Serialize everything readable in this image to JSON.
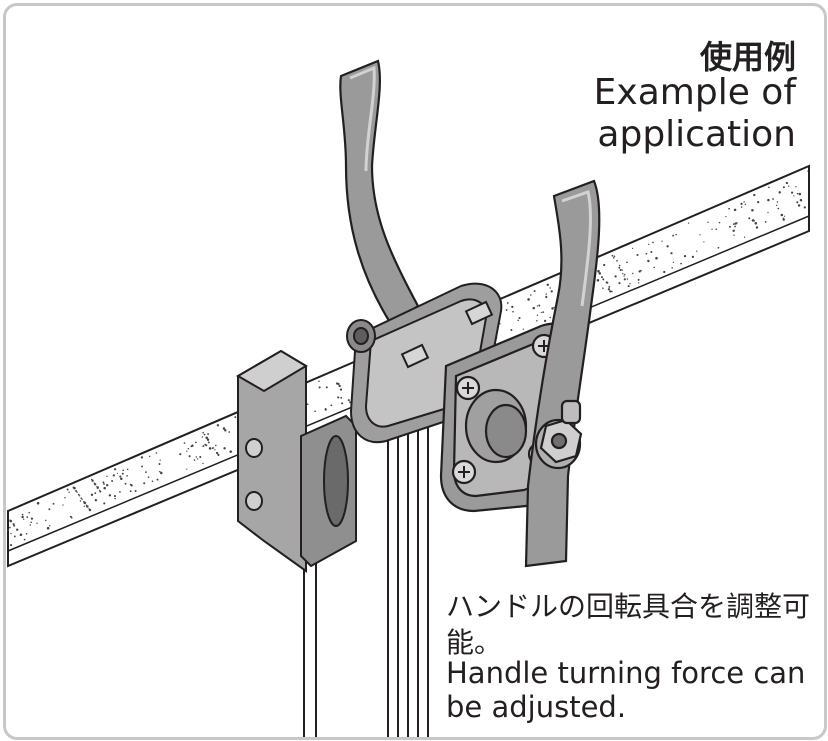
{
  "title": {
    "jp": "使用例",
    "en": "Example of application"
  },
  "note": {
    "jp": "ハンドルの回転具合を調整可能。",
    "en": "Handle turning force can be adjusted."
  },
  "colors": {
    "line": "#231f20",
    "metal": "#8a8a8a",
    "metal_light": "#b4b4b4",
    "metal_dark": "#5e5e5e",
    "speckle": "#444444",
    "frame_border": "#c8c8c8"
  }
}
